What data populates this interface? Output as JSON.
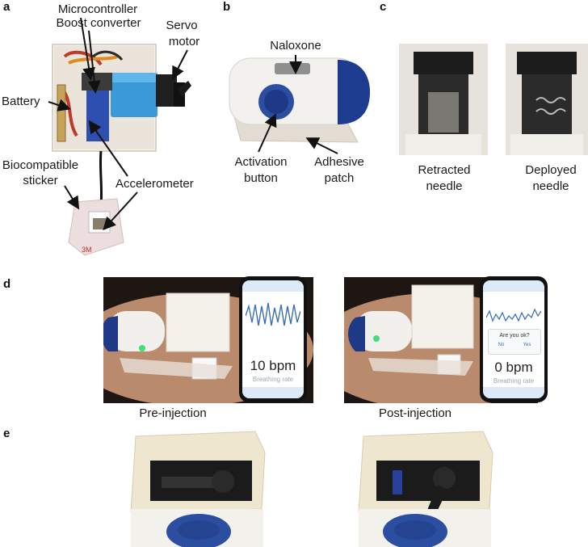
{
  "panels": {
    "a": {
      "letter": "a",
      "labels": {
        "microcontroller": "Microcontroller",
        "boost": "Boost converter",
        "servo_line1": "Servo",
        "servo_line2": "motor",
        "battery": "Battery",
        "bio_line1": "Biocompatible",
        "bio_line2": "sticker",
        "accelerometer": "Accelerometer",
        "sticker_brand": "3M"
      }
    },
    "b": {
      "letter": "b",
      "labels": {
        "naloxone": "Naloxone",
        "activation_line1": "Activation",
        "activation_line2": "button",
        "adhesive_line1": "Adhesive",
        "adhesive_line2": "patch"
      }
    },
    "c": {
      "letter": "c",
      "labels": {
        "retracted_line1": "Retracted",
        "retracted_line2": "needle",
        "deployed_line1": "Deployed",
        "deployed_line2": "needle"
      }
    },
    "d": {
      "letter": "d",
      "pre": {
        "caption": "Pre-injection",
        "rate": "10 bpm",
        "rate_label": "Breathing rate"
      },
      "post": {
        "caption": "Post-injection",
        "rate": "0 bpm",
        "rate_label": "Breathing rate",
        "alert": "Are you ok?",
        "alert_no": "No",
        "alert_yes": "Yes"
      }
    },
    "e": {
      "letter": "e"
    }
  }
}
